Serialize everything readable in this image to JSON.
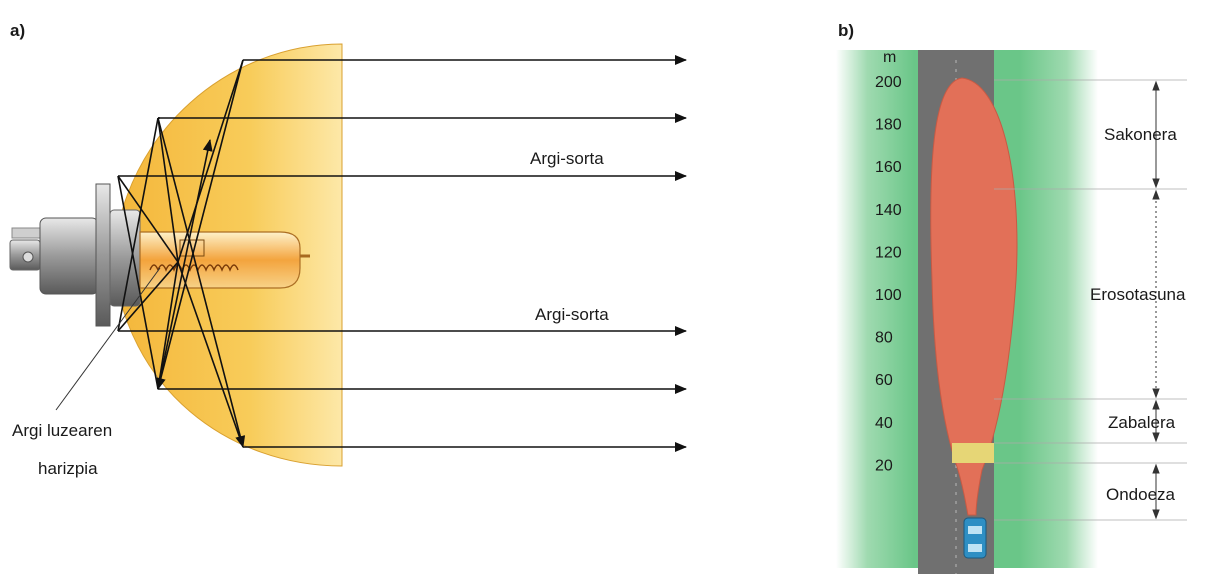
{
  "panel_a": {
    "letter": "a)",
    "beam_label_upper": "Argi-sorta",
    "beam_label_lower": "Argi-sorta",
    "filament_label_line1": "Argi luzearen",
    "filament_label_line2": "harizpia",
    "colors": {
      "reflector": "#f6c24a",
      "reflector_light": "#fde49a",
      "arrow": "#111111"
    }
  },
  "panel_b": {
    "letter": "b)",
    "unit": "m",
    "scale_ticks": [
      "200",
      "180",
      "160",
      "140",
      "120",
      "100",
      "80",
      "60",
      "40",
      "20"
    ],
    "zones": [
      {
        "label": "Sakonera",
        "from_m": 150,
        "to_m": 200
      },
      {
        "label": "Erosotasuna",
        "from_m": 50,
        "to_m": 150
      },
      {
        "label": "Zabalera",
        "from_m": 30,
        "to_m": 50
      },
      {
        "label": "Ondoeza",
        "from_m": 0,
        "to_m": 20
      }
    ],
    "colors": {
      "grass": "#5fbf7c",
      "road": "#6b6b6b",
      "beam": "#e0705a",
      "glare_band": "#e9d878",
      "car": "#3aa0d0"
    }
  }
}
